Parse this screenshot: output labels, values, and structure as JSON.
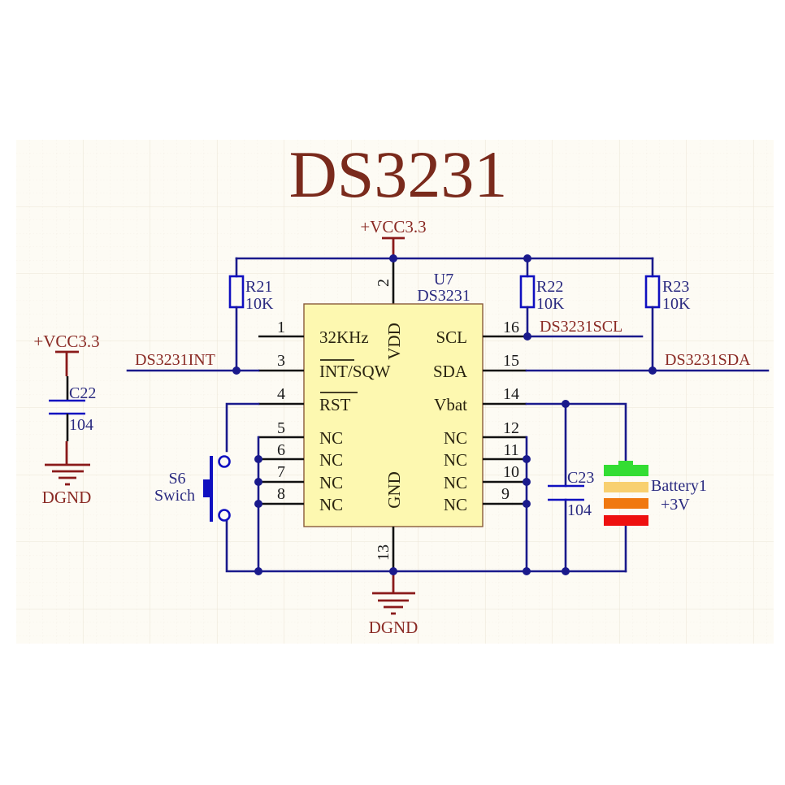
{
  "title": "DS3231",
  "colors": {
    "sheet_bg": "#fdfbf4",
    "grid": "#efe9dc",
    "wire": "#1a1a8c",
    "power": "#8a1a1a",
    "component": "#1010c0",
    "ic_fill": "#fdf8b0",
    "ic_border": "#8a5a3a",
    "title": "#7a2a1c",
    "battery_cells": [
      "#33dd33",
      "#f8d070",
      "#f07810",
      "#ee1010"
    ]
  },
  "power_ports": {
    "vcc_top": "+VCC3.3",
    "vcc_left": "+VCC3.3",
    "gnd_left": "DGND",
    "gnd_bottom": "DGND"
  },
  "ic": {
    "designator": "U7",
    "part": "DS3231",
    "pins_left": [
      {
        "num": "1",
        "name": "32KHz",
        "overline": false
      },
      {
        "num": "3",
        "name": "INT/SQW",
        "overline": "INT"
      },
      {
        "num": "4",
        "name": "RST",
        "overline": "RST"
      },
      {
        "num": "5",
        "name": "NC"
      },
      {
        "num": "6",
        "name": "NC"
      },
      {
        "num": "7",
        "name": "NC"
      },
      {
        "num": "8",
        "name": "NC"
      }
    ],
    "pins_right": [
      {
        "num": "16",
        "name": "SCL"
      },
      {
        "num": "15",
        "name": "SDA"
      },
      {
        "num": "14",
        "name": "Vbat"
      },
      {
        "num": "12",
        "name": "NC"
      },
      {
        "num": "11",
        "name": "NC"
      },
      {
        "num": "10",
        "name": "NC"
      },
      {
        "num": "9",
        "name": "NC"
      }
    ],
    "pin_top": {
      "num": "2",
      "name": "VDD"
    },
    "pin_bottom": {
      "num": "13",
      "name": "GND"
    }
  },
  "resistors": [
    {
      "designator": "R21",
      "value": "10K"
    },
    {
      "designator": "R22",
      "value": "10K"
    },
    {
      "designator": "R23",
      "value": "10K"
    }
  ],
  "capacitors": [
    {
      "designator": "C22",
      "value": "104"
    },
    {
      "designator": "C23",
      "value": "104"
    }
  ],
  "switch": {
    "designator": "S6",
    "value": "Swich"
  },
  "battery": {
    "designator": "Battery1",
    "value": "+3V"
  },
  "nets": {
    "int": "DS3231INT",
    "scl": "DS3231SCL",
    "sda": "DS3231SDA"
  }
}
